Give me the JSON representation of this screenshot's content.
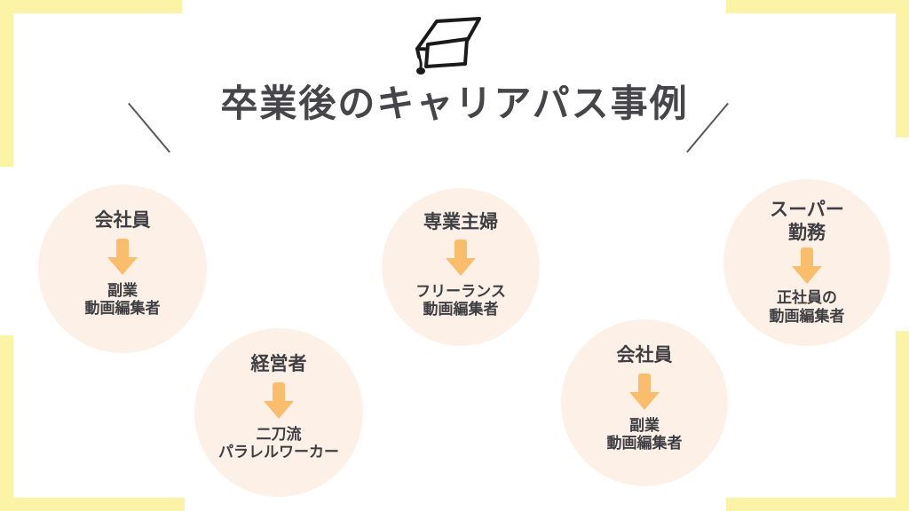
{
  "slide": {
    "title": "卒業後のキャリアパス事例",
    "background_color": "#ffffff",
    "frame_color": "#fbf4a6",
    "bubble_color": "#fdf1e7",
    "arrow_color": "#f9bd6b",
    "text_color": "#3f3f43",
    "diagonal_color": "#5a5a5a"
  },
  "decorations": {
    "cap_icon": "graduation-cap-icon",
    "diagonal_left": "diagonal-line-left",
    "diagonal_right": "diagonal-line-right"
  },
  "cases": [
    {
      "id": "case-1",
      "from": "会社員",
      "arrow": "down-arrow-icon",
      "to_line1": "副業",
      "to_line2": "動画編集者"
    },
    {
      "id": "case-2",
      "from": "経営者",
      "arrow": "down-arrow-icon",
      "to_line1": "二刀流",
      "to_line2": "パラレルワーカー"
    },
    {
      "id": "case-3",
      "from": "専業主婦",
      "arrow": "down-arrow-icon",
      "to_line1": "フリーランス",
      "to_line2": "動画編集者"
    },
    {
      "id": "case-4",
      "from": "会社員",
      "arrow": "down-arrow-icon",
      "to_line1": "副業",
      "to_line2": "動画編集者"
    },
    {
      "id": "case-5",
      "from_line1": "スーパー",
      "from_line2": "勤務",
      "arrow": "down-arrow-icon",
      "to_line1": "正社員の",
      "to_line2": "動画編集者"
    }
  ]
}
